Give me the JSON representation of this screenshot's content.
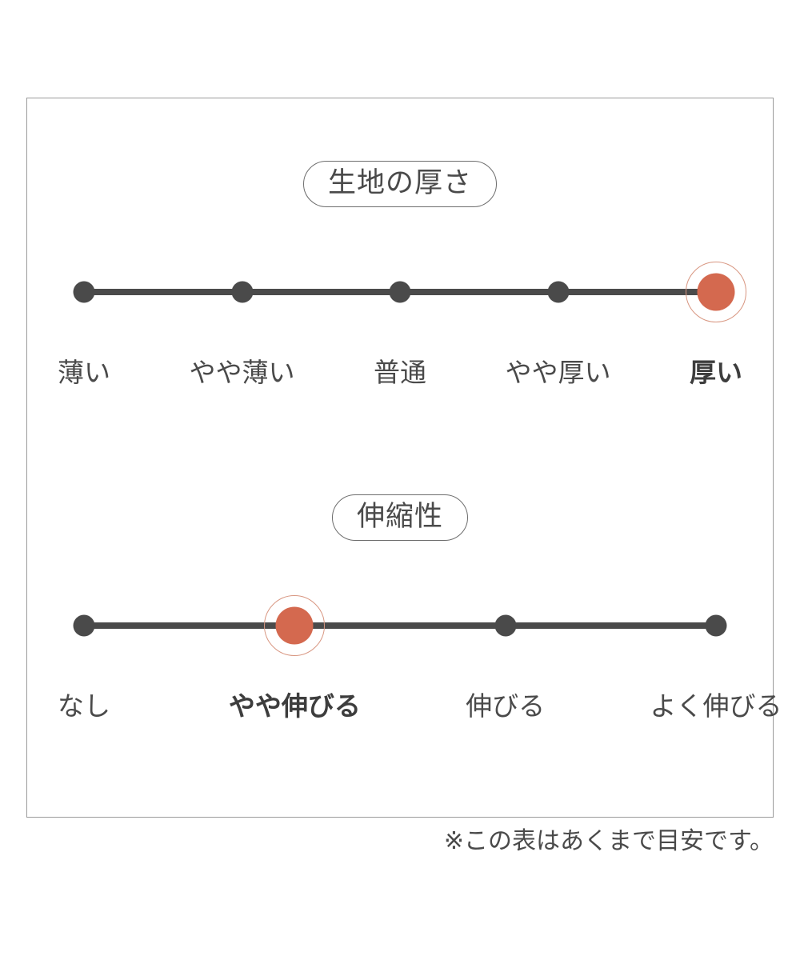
{
  "footnote": "※この表はあくまで目安です。",
  "colors": {
    "selected_fill": "#d4694f",
    "selected_ring": "#d89681",
    "track": "#4a4a4a",
    "text": "#4a4a4a",
    "border": "#9a9a9a"
  },
  "chart_data": {
    "type": "scatter",
    "title": "",
    "charts": [
      {
        "title": "生地の厚さ",
        "categories": [
          "薄い",
          "やや薄い",
          "普通",
          "やや厚い",
          "厚い"
        ],
        "values": [
          0,
          1,
          2,
          3,
          4
        ],
        "selected_index": 4,
        "selected_label": "厚い"
      },
      {
        "title": "伸縮性",
        "categories": [
          "なし",
          "やや伸びる",
          "伸びる",
          "よく伸びる"
        ],
        "values": [
          0,
          1,
          2,
          3
        ],
        "selected_index": 1,
        "selected_label": "やや伸びる"
      }
    ]
  },
  "sections": [
    {
      "heading": "生地の厚さ",
      "ticks": [
        {
          "label": "薄い",
          "selected": false
        },
        {
          "label": "やや薄い",
          "selected": false
        },
        {
          "label": "普通",
          "selected": false
        },
        {
          "label": "やや厚い",
          "selected": false
        },
        {
          "label": "厚い",
          "selected": true
        }
      ]
    },
    {
      "heading": "伸縮性",
      "ticks": [
        {
          "label": "なし",
          "selected": false
        },
        {
          "label": "やや伸びる",
          "selected": true
        },
        {
          "label": "伸びる",
          "selected": false
        },
        {
          "label": "よく伸びる",
          "selected": false
        }
      ]
    }
  ]
}
